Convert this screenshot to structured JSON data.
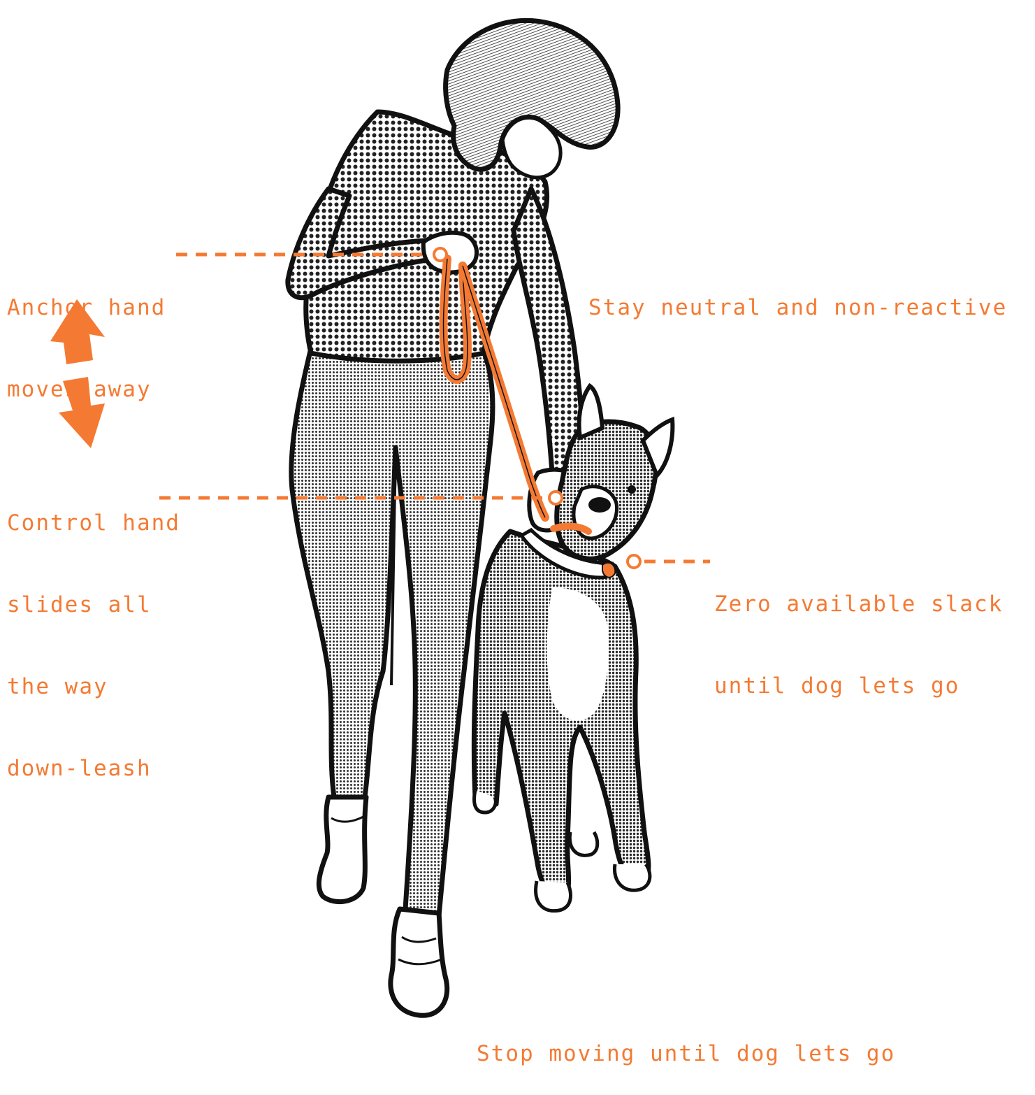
{
  "colors": {
    "accent": "#f47a33",
    "ink": "#111111",
    "skin": "#ffffff",
    "paper": "#ffffff",
    "halftone": "#8a8a8a"
  },
  "labels": {
    "anchor_hand": [
      "Anchor hand",
      "moves away"
    ],
    "control_hand": [
      "Control hand",
      "slides all",
      "the way",
      "down-leash"
    ],
    "stay_neutral": "Stay neutral and non-reactive",
    "zero_slack": [
      "Zero available slack",
      "until dog lets go"
    ],
    "stop_moving": "Stop moving until dog lets go"
  },
  "icons": {
    "arrow": "double-headed-arrow-icon",
    "marker": "circle-marker-icon"
  }
}
